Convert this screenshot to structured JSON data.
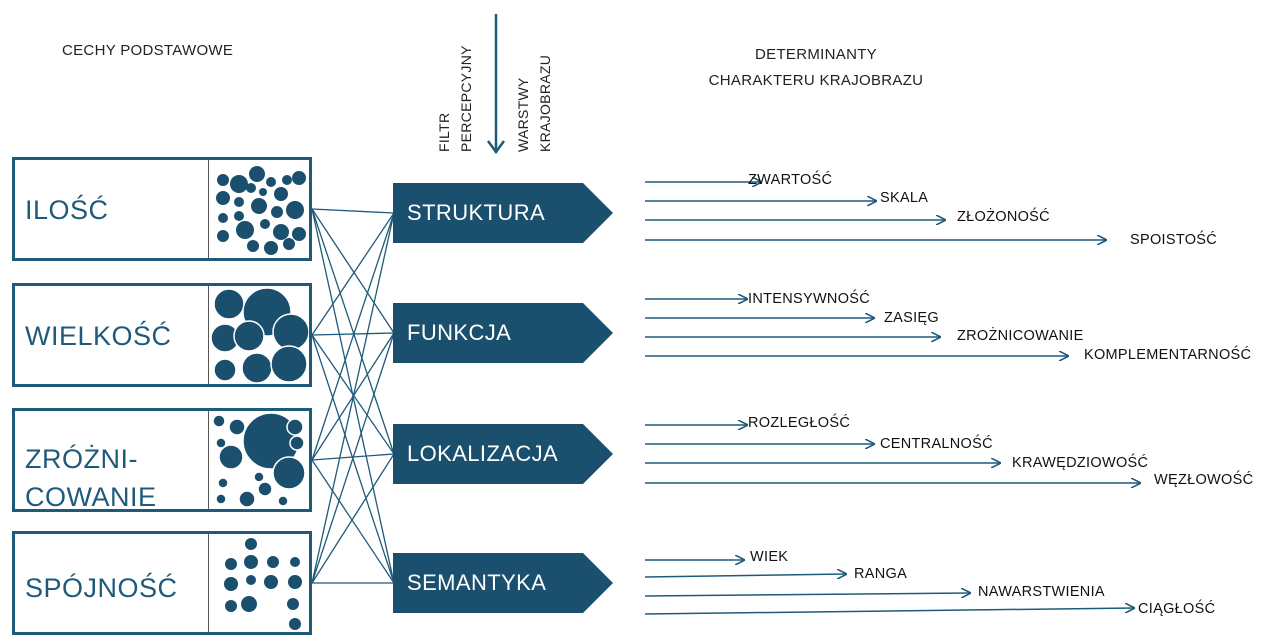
{
  "header_left": "CECHY PODSTAWOWE",
  "header_right_line1": "DETERMINANTY",
  "header_right_line2": "CHARAKTERU KRAJOBRAZU",
  "filter": {
    "line1": "FILTR",
    "line2": "PERCEPCYJNY",
    "line3": "WARSTWY",
    "line4": "KRAJOBRAZU"
  },
  "features": [
    {
      "label": "ILOŚĆ",
      "icon": "many-small-circles-icon"
    },
    {
      "label": "WIELKOŚĆ",
      "icon": "large-circles-icon"
    },
    {
      "label_line1": "ZRÓŻNI-",
      "label_line2": "COWANIE",
      "icon": "varied-circles-icon"
    },
    {
      "label": "SPÓJNOŚĆ",
      "icon": "grid-circles-icon"
    }
  ],
  "layers": [
    "STRUKTURA",
    "FUNKCJA",
    "LOKALIZACJA",
    "SEMANTYKA"
  ],
  "determinants": [
    [
      "ZWARTOŚĆ",
      "SKALA",
      "ZŁOŻONOŚĆ",
      "SPOISTOŚĆ"
    ],
    [
      "INTENSYWNOŚĆ",
      "ZASIĘG",
      "ZROŻNICOWANIE",
      "KOMPLEMENTARNOŚĆ"
    ],
    [
      "ROZLEGŁOŚĆ",
      "CENTRALNOŚĆ",
      "KRAWĘDZIOWOŚĆ",
      "WĘZŁOWOŚĆ"
    ],
    [
      "WIEK",
      "RANGA",
      "NAWARSTWIENIA",
      "CIĄGŁOŚĆ"
    ]
  ],
  "colors": {
    "primary": "#1f5a7a",
    "layer_fill": "#1b4f6e"
  }
}
